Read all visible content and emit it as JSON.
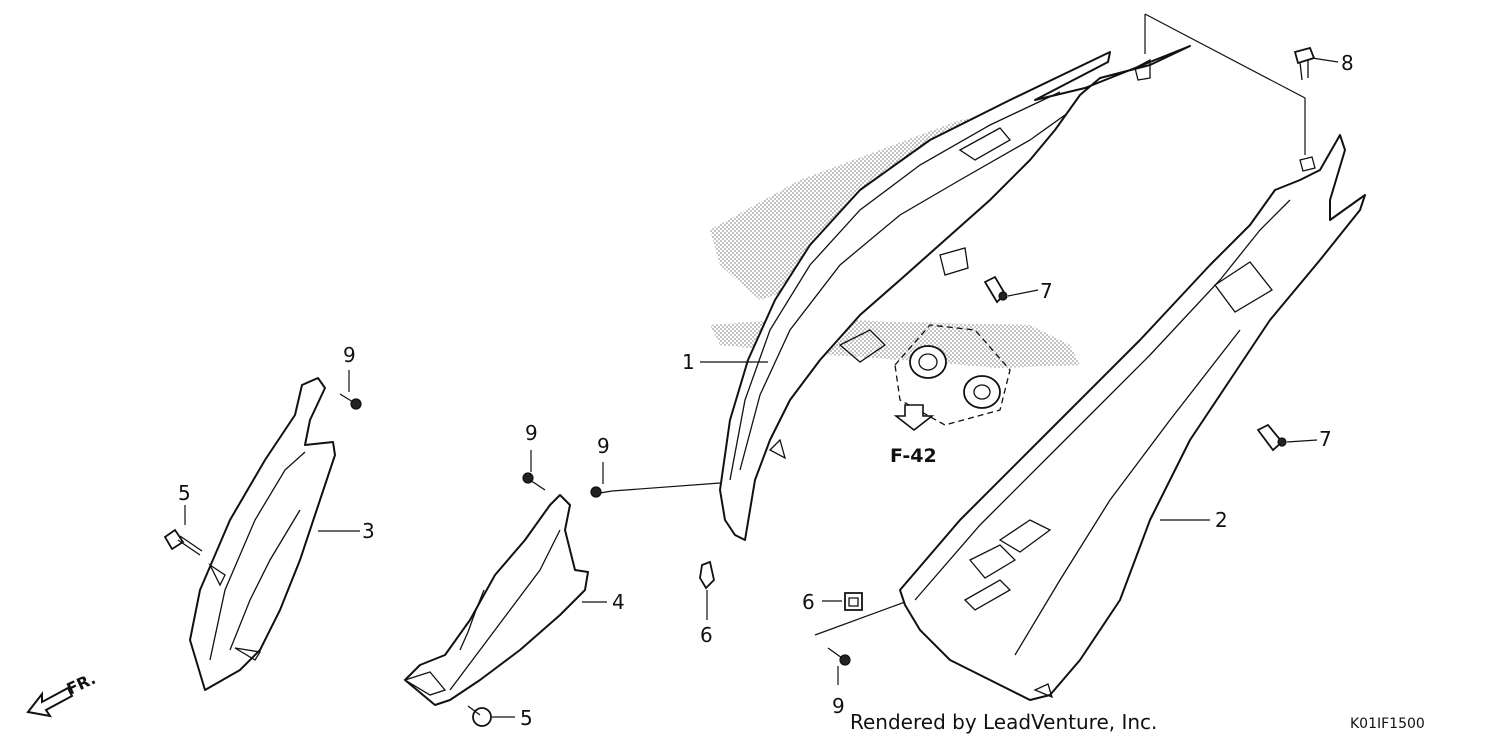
{
  "callouts": [
    {
      "id": "c1",
      "label": "1"
    },
    {
      "id": "c2",
      "label": "2"
    },
    {
      "id": "c3",
      "label": "3"
    },
    {
      "id": "c4",
      "label": "4"
    },
    {
      "id": "c5a",
      "label": "5"
    },
    {
      "id": "c5b",
      "label": "5"
    },
    {
      "id": "c6a",
      "label": "6"
    },
    {
      "id": "c6b",
      "label": "6"
    },
    {
      "id": "c7a",
      "label": "7"
    },
    {
      "id": "c7b",
      "label": "7"
    },
    {
      "id": "c8",
      "label": "8"
    },
    {
      "id": "c9a",
      "label": "9"
    },
    {
      "id": "c9b",
      "label": "9"
    },
    {
      "id": "c9c",
      "label": "9"
    },
    {
      "id": "c9d",
      "label": "9"
    }
  ],
  "reference": "F-42",
  "front_marker": "FR.",
  "credit": "Rendered by LeadVenture, Inc.",
  "diagram_code": "K01IF1500",
  "colors": {
    "line": "#111111",
    "background": "#ffffff",
    "stipple": "#9a9a9a"
  }
}
